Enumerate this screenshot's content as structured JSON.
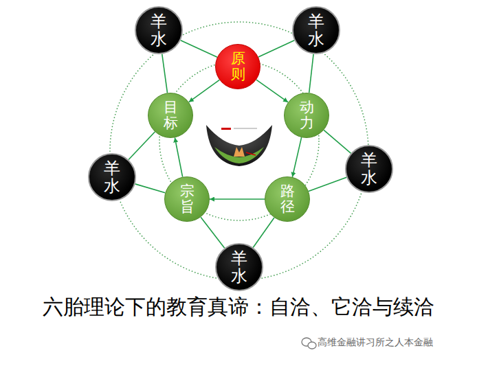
{
  "diagram": {
    "caption": "六胎理论下的教育真谛：自洽、它洽与续洽",
    "nodes": [
      {
        "text": [
          "羊水"
        ]
      },
      {
        "text": [
          "羊水"
        ]
      },
      {
        "text": [
          "原则"
        ]
      },
      {
        "text": [
          "目标"
        ]
      },
      {
        "text": [
          "动力"
        ]
      },
      {
        "text": [
          "羊水"
        ]
      },
      {
        "text": [
          "羊水"
        ]
      },
      {
        "text": [
          "宗旨"
        ]
      },
      {
        "text": [
          "路径"
        ]
      },
      {
        "text": [
          "羊水"
        ]
      }
    ],
    "edges": [
      {
        "from": 0,
        "to": 2,
        "arrow": "none"
      },
      {
        "from": 0,
        "to": 3,
        "arrow": "none"
      },
      {
        "from": 1,
        "to": 2,
        "arrow": "none"
      },
      {
        "from": 1,
        "to": 4,
        "arrow": "none"
      },
      {
        "from": 2,
        "to": 3,
        "arrow": "to"
      },
      {
        "from": 2,
        "to": 4,
        "arrow": "to"
      },
      {
        "from": 4,
        "to": 8,
        "arrow": "to"
      },
      {
        "from": 8,
        "to": 7,
        "arrow": "to"
      },
      {
        "from": 7,
        "to": 3,
        "arrow": "to"
      },
      {
        "from": 5,
        "to": 3,
        "arrow": "none"
      },
      {
        "from": 5,
        "to": 7,
        "arrow": "none"
      },
      {
        "from": 6,
        "to": 4,
        "arrow": "none"
      },
      {
        "from": 6,
        "to": 8,
        "arrow": "none"
      },
      {
        "from": 9,
        "to": 7,
        "arrow": "none"
      },
      {
        "from": 9,
        "to": 8,
        "arrow": "none"
      }
    ],
    "labels": [
      "高维金融讲习所之人本金融"
    ]
  }
}
